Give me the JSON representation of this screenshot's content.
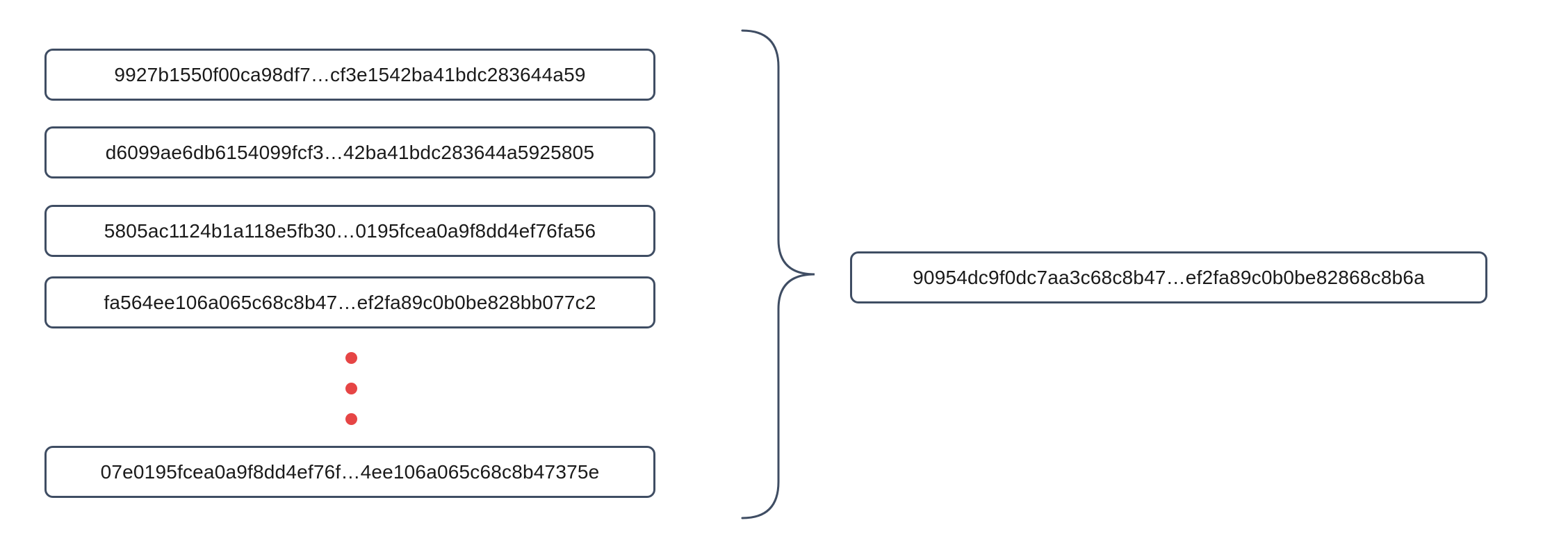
{
  "figure": {
    "kind": "hash-aggregation-diagram",
    "inputs": [
      "9927b1550f00ca98df7…cf3e1542ba41bdc283644a59",
      "d6099ae6db6154099fcf3…42ba41bdc283644a5925805",
      "5805ac1124b1a118e5fb30…0195fcea0a9f8dd4ef76fa56",
      "fa564ee106a065c68c8b47…ef2fa89c0b0be828bb077c2",
      "07e0195fcea0a9f8dd4ef76f…4ee106a065c68c8b47375e"
    ],
    "ellipsis_dot_count": 3,
    "result": "90954dc9f0dc7aa3c68c8b47…ef2fa89c0b0be82868c8b6a",
    "colors": {
      "box_border": "#3f4d63",
      "brace": "#3f4d63",
      "ellipsis_dot": "#e64545",
      "text": "#1a1a1a",
      "background": "#ffffff"
    }
  }
}
